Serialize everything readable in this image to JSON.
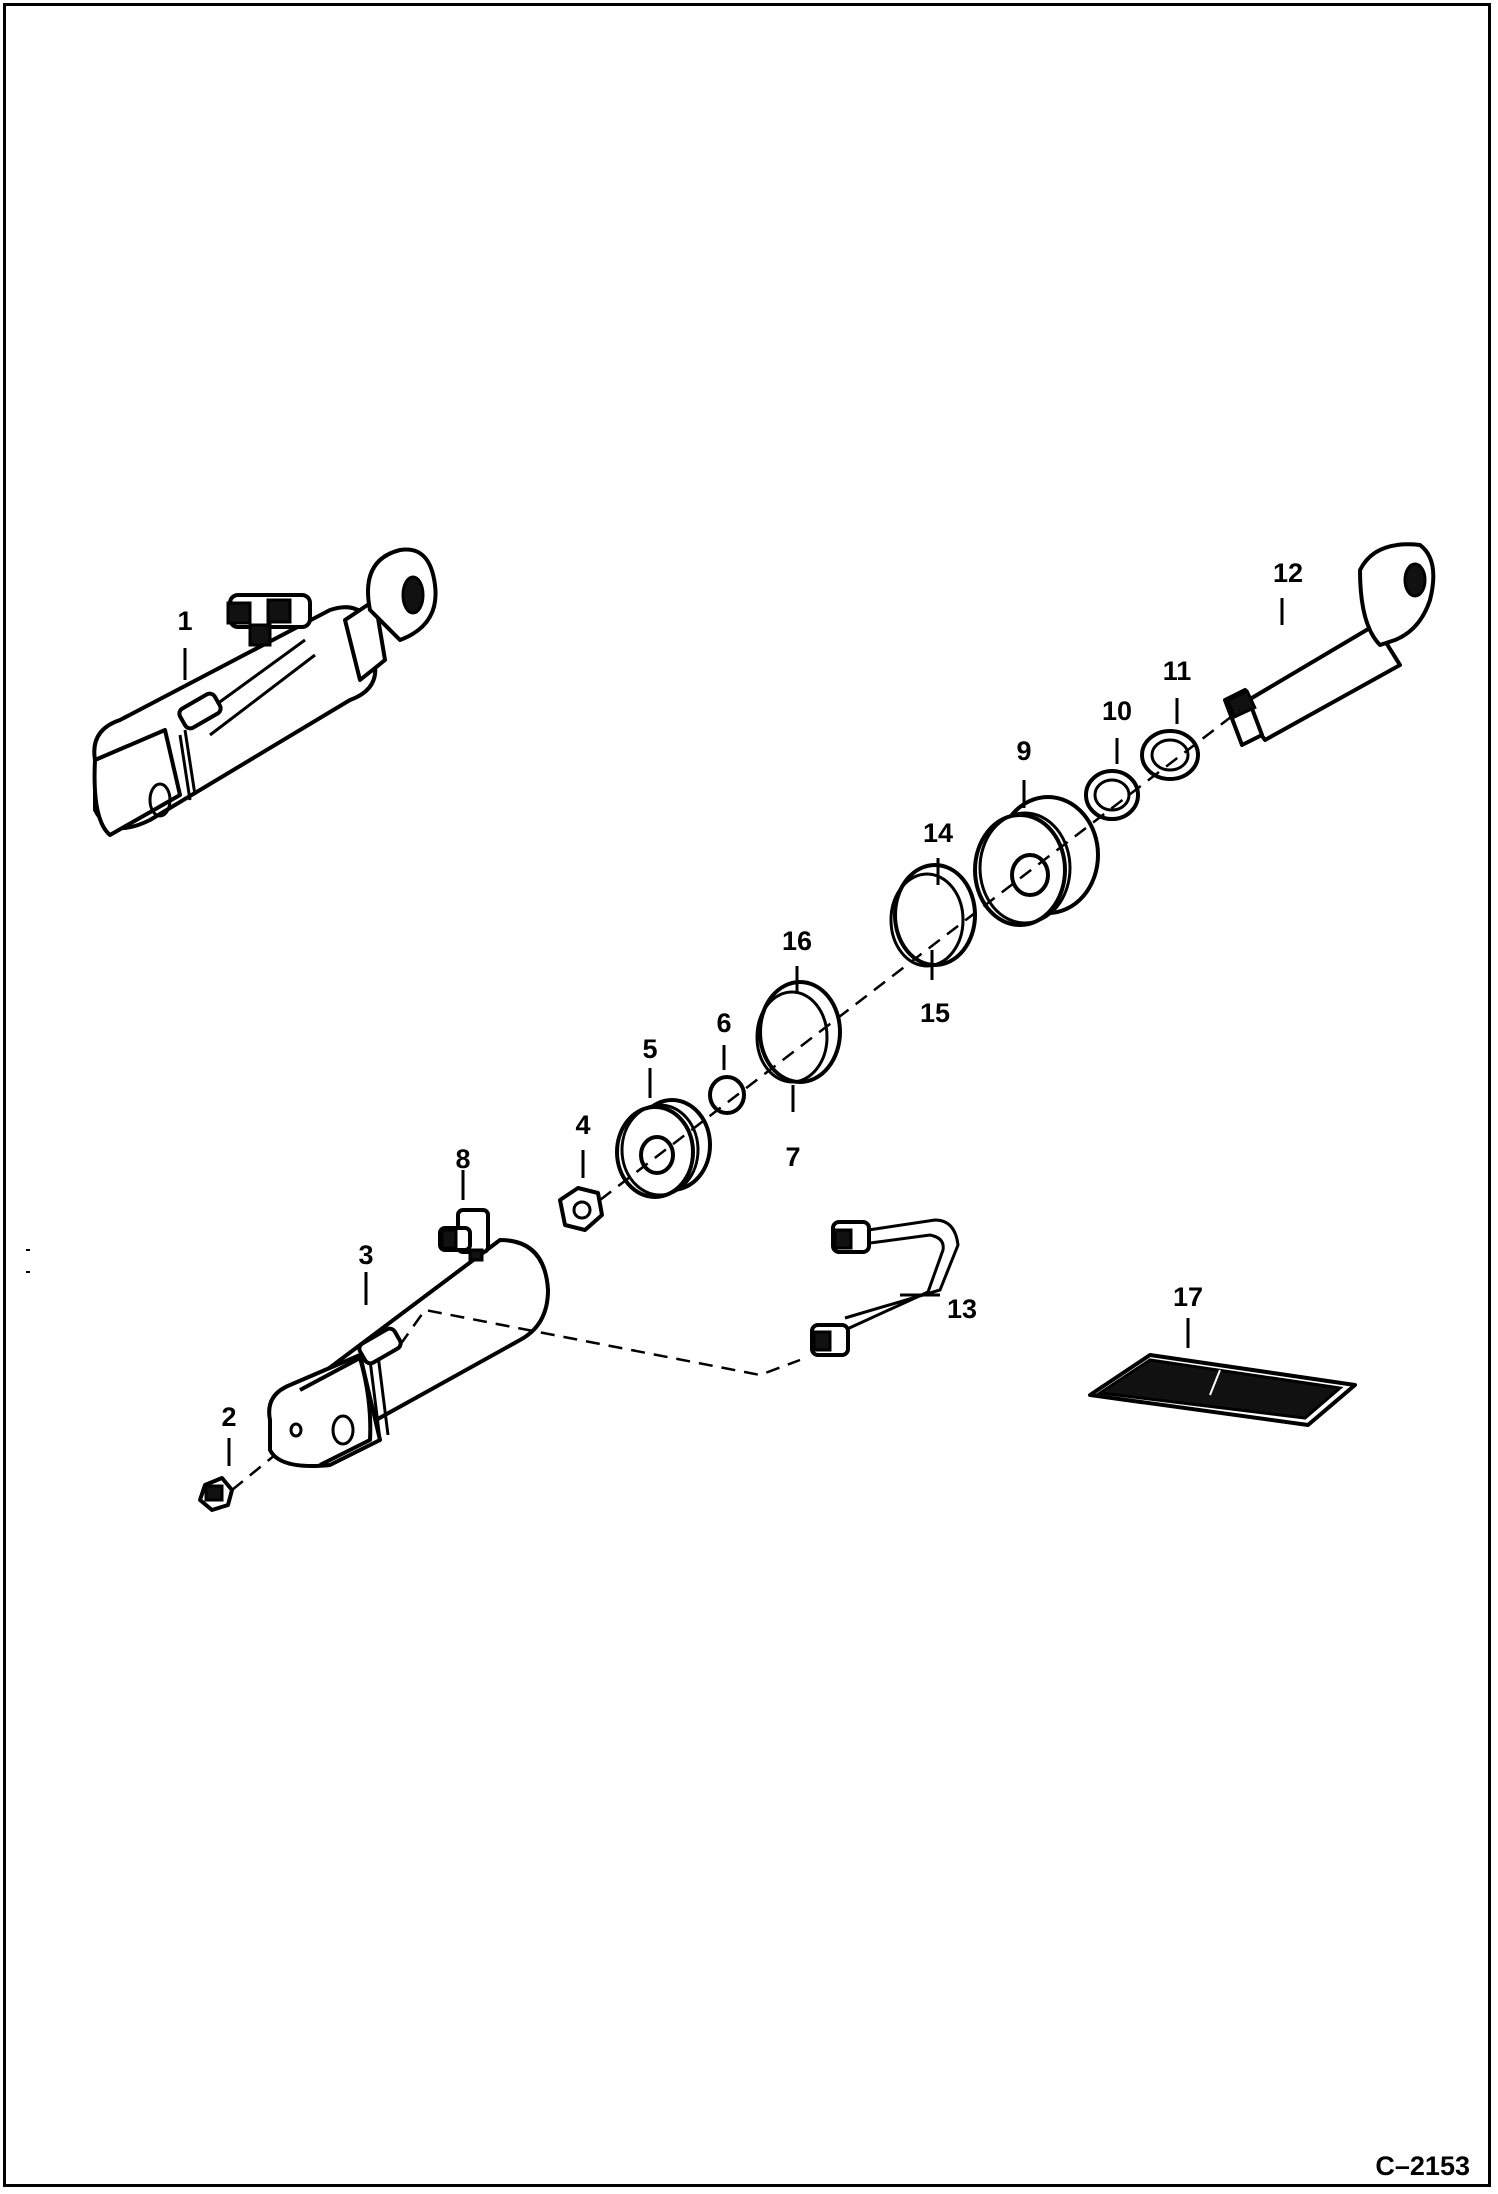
{
  "figure_code": "C–2153",
  "callouts": {
    "c1": "1",
    "c2": "2",
    "c3": "3",
    "c4": "4",
    "c5": "5",
    "c6": "6",
    "c7": "7",
    "c8": "8",
    "c9": "9",
    "c10": "10",
    "c11": "11",
    "c12": "12",
    "c13": "13",
    "c14": "14",
    "c15": "15",
    "c16": "16",
    "c17": "17"
  }
}
